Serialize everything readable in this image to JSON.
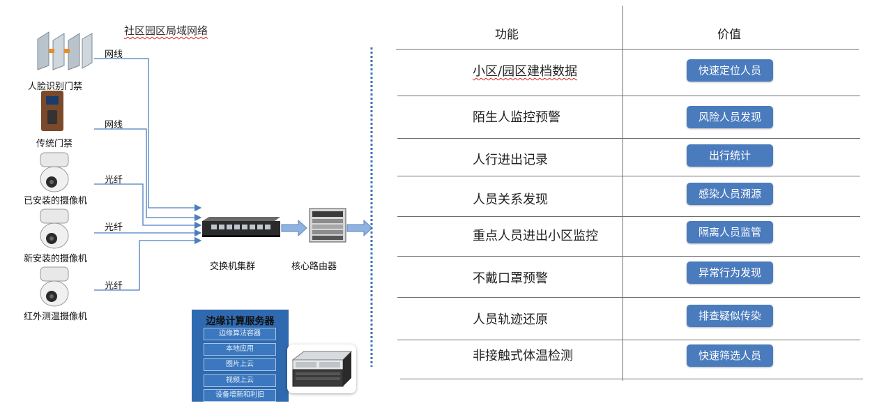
{
  "network": {
    "title": "社区园区局域网络",
    "devices": [
      {
        "label": "人脸识别门禁",
        "icon": "turnstile-gate-icon"
      },
      {
        "label": "传统门禁",
        "icon": "fingerprint-reader-icon"
      },
      {
        "label": "已安装的摄像机",
        "icon": "dome-camera-icon"
      },
      {
        "label": "新安装的摄像机",
        "icon": "dome-camera-icon"
      },
      {
        "label": "红外测温摄像机",
        "icon": "dome-camera-icon"
      }
    ],
    "links": [
      "网线",
      "网线",
      "光纤",
      "光纤",
      "光纤"
    ],
    "switch_label": "交换机集群",
    "router_label": "核心路由器",
    "edge": {
      "title": "边缘计算服务器",
      "items": [
        "边缘算法容器",
        "本地应用",
        "图片上云",
        "视频上云",
        "设备增新和利旧"
      ]
    },
    "line_color": "#4a7ebf"
  },
  "table": {
    "headers": {
      "function": "功能",
      "value": "价值"
    },
    "rows": [
      {
        "function": "小区/园区建档数据",
        "value": "快速定位人员"
      },
      {
        "function": "陌生人监控预警",
        "value": "风险人员发现"
      },
      {
        "function": "人行进出记录",
        "value": "出行统计"
      },
      {
        "function": "人员关系发现",
        "value": "感染人员溯源"
      },
      {
        "function": "重点人员进出小区监控",
        "value": "隔离人员监管"
      },
      {
        "function": "不戴口罩预警",
        "value": "异常行为发现"
      },
      {
        "function": "人员轨迹还原",
        "value": "排查疑似传染"
      },
      {
        "function": "非接触式体温检测",
        "value": "快速筛选人员"
      }
    ],
    "button_color": "#4a7bbd"
  }
}
